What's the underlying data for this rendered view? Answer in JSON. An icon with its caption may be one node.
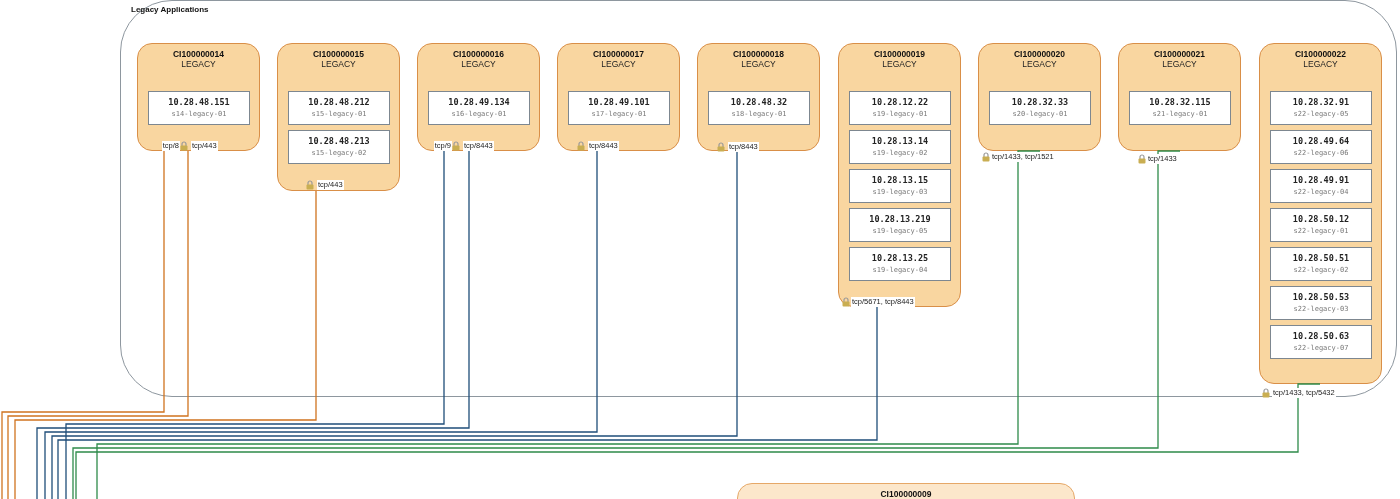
{
  "diagram": {
    "nodes": [
      {
        "text": [
          "Legacy Applications"
        ]
      },
      {
        "text": [
          "CI100000014",
          "LEGACY"
        ],
        "in": 0
      },
      {
        "text": [
          "10.28.48.151",
          "s14-legacy-01"
        ],
        "in": 1
      },
      {
        "text": [
          "CI100000015",
          "LEGACY"
        ],
        "in": 0
      },
      {
        "text": [
          "10.28.48.212",
          "s15-legacy-01"
        ],
        "in": 3
      },
      {
        "text": [
          "10.28.48.213",
          "s15-legacy-02"
        ],
        "in": 3
      },
      {
        "text": [
          "CI100000016",
          "LEGACY"
        ],
        "in": 0
      },
      {
        "text": [
          "10.28.49.134",
          "s16-legacy-01"
        ],
        "in": 6
      },
      {
        "text": [
          "CI100000017",
          "LEGACY"
        ],
        "in": 0
      },
      {
        "text": [
          "10.28.49.101",
          "s17-legacy-01"
        ],
        "in": 8
      },
      {
        "text": [
          "CI100000018",
          "LEGACY"
        ],
        "in": 0
      },
      {
        "text": [
          "10.28.48.32",
          "s18-legacy-01"
        ],
        "in": 10
      },
      {
        "text": [
          "CI100000019",
          "LEGACY"
        ],
        "in": 0
      },
      {
        "text": [
          "10.28.12.22",
          "s19-legacy-01"
        ],
        "in": 12
      },
      {
        "text": [
          "10.28.13.14",
          "s19-legacy-02"
        ],
        "in": 12
      },
      {
        "text": [
          "10.28.13.15",
          "s19-legacy-03"
        ],
        "in": 12
      },
      {
        "text": [
          "10.28.13.219",
          "s19-legacy-05"
        ],
        "in": 12
      },
      {
        "text": [
          "10.28.13.25",
          "s19-legacy-04"
        ],
        "in": 12
      },
      {
        "text": [
          "CI100000020",
          "LEGACY"
        ],
        "in": 0
      },
      {
        "text": [
          "10.28.32.33",
          "s20-legacy-01"
        ],
        "in": 18
      },
      {
        "text": [
          "CI100000021",
          "LEGACY"
        ],
        "in": 0
      },
      {
        "text": [
          "10.28.32.115",
          "s21-legacy-01"
        ],
        "in": 20
      },
      {
        "text": [
          "CI100000022",
          "LEGACY"
        ],
        "in": 0
      },
      {
        "text": [
          "10.28.32.91",
          "s22-legacy-05"
        ],
        "in": 22
      },
      {
        "text": [
          "10.28.49.64",
          "s22-legacy-06"
        ],
        "in": 22
      },
      {
        "text": [
          "10.28.49.91",
          "s22-legacy-04"
        ],
        "in": 22
      },
      {
        "text": [
          "10.28.50.12",
          "s22-legacy-01"
        ],
        "in": 22
      },
      {
        "text": [
          "10.28.50.51",
          "s22-legacy-02"
        ],
        "in": 22
      },
      {
        "text": [
          "10.28.50.53",
          "s22-legacy-03"
        ],
        "in": 22
      },
      {
        "text": [
          "10.28.50.63",
          "s22-legacy-07"
        ],
        "in": 22
      },
      {
        "text": [
          "CI100000009"
        ]
      }
    ],
    "edges": [
      {
        "from": 1,
        "to": null,
        "arrow": "none",
        "label": "tcp/8",
        "color": "#d0731f"
      },
      {
        "from": 1,
        "to": null,
        "arrow": "none",
        "label": "tcp/443",
        "color": "#d0731f"
      },
      {
        "from": 3,
        "to": null,
        "arrow": "none",
        "label": "tcp/443",
        "color": "#d0731f"
      },
      {
        "from": 6,
        "to": null,
        "arrow": "none",
        "label": "tcp/9"
      },
      {
        "from": 6,
        "to": null,
        "arrow": "none",
        "label": "tcp/8443"
      },
      {
        "from": 8,
        "to": null,
        "arrow": "none",
        "label": "tcp/8443"
      },
      {
        "from": 10,
        "to": null,
        "arrow": "none",
        "label": "tcp/8443"
      },
      {
        "from": 12,
        "to": null,
        "arrow": "none",
        "label": "tcp/5671, tcp/8443"
      },
      {
        "from": 18,
        "to": null,
        "arrow": "none",
        "label": "tcp/1433, tcp/1521",
        "color": "#2e8b4a"
      },
      {
        "from": 20,
        "to": null,
        "arrow": "none",
        "label": "tcp/1433",
        "color": "#2e8b4a"
      },
      {
        "from": 22,
        "to": null,
        "arrow": "none",
        "label": "tcp/1433, tcp/5432",
        "color": "#2e8b4a"
      }
    ]
  }
}
